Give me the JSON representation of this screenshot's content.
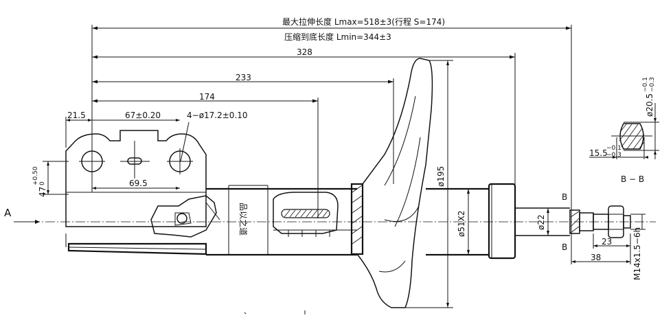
{
  "dimensions": {
    "lmax": "最大拉伸长度    Lmax=518±3(行程  S=174)",
    "lmin": "压缩到底长度    Lmin=344±3",
    "d328": "328",
    "d233": "233",
    "d174": "174",
    "d21_5": "21.5",
    "d67": "67±0.20",
    "holes": "4−ø17.2±0.10",
    "d69_5": "69.5",
    "d47": "47",
    "d47_tol_upper": "+0.50",
    "d47_tol_lower": "0",
    "d195": "ø195",
    "d51": "ø51X2",
    "d22": "ø22",
    "d23": "23",
    "d38": "38",
    "thread": "M14x1.5−6h",
    "d15_5": "15.5",
    "d15_5_tol_upper": "−0.1",
    "d15_5_tol_lower": "−0.3",
    "d20_5": "ø20.5",
    "d20_5_tol_upper": "−0.1",
    "d20_5_tol_lower": "−0.3"
  },
  "labels": {
    "view_a": "A",
    "section_b_top": "B",
    "section_b_bottom": "B",
    "section_title": "B − B",
    "body_mark": "品以之道"
  }
}
